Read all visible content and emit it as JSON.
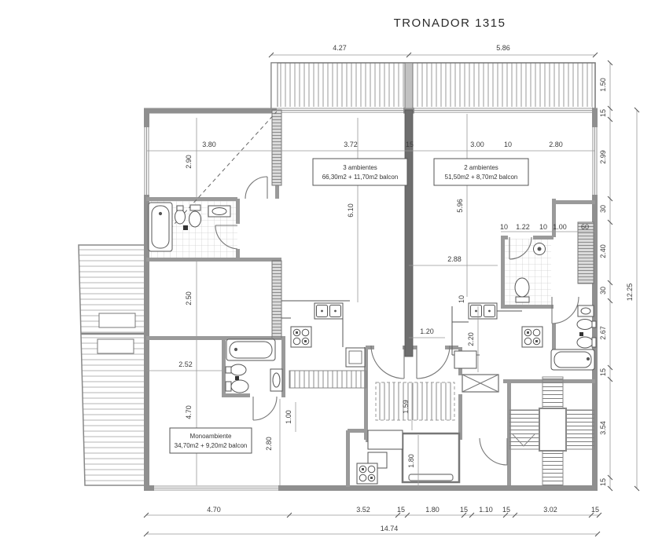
{
  "title": "TRONADOR 1315",
  "apartments": [
    {
      "name": "3 ambientes",
      "area": "66,30m2 + 11,70m2 balcon"
    },
    {
      "name": "2 ambientes",
      "area": "51,50m2 + 8,70m2 balcon"
    },
    {
      "name": "Monoambiente",
      "area": "34,70m2 + 9,20m2 balcon"
    }
  ],
  "dims": {
    "top": [
      "4.27",
      "5.86"
    ],
    "top_row": [
      "3.80",
      "3.72",
      "15",
      "3.00",
      "10",
      "2.80"
    ],
    "right": [
      "1.50",
      "15",
      "2.99",
      "30",
      "2.40",
      "30",
      "2.67",
      "15",
      "3.54",
      "15"
    ],
    "right_total": "12.25",
    "bottom": [
      "4.70",
      "3.52",
      "15",
      "1.80",
      "15",
      "1.10",
      "15",
      "3.02",
      "15"
    ],
    "bottom_total": "14.74",
    "interior": {
      "d290": "2.90",
      "d610": "6.10",
      "d596": "5.96",
      "row": [
        "10",
        "1.22",
        "10",
        "1.00",
        "60"
      ],
      "d288": "2.88",
      "d250": "2.50",
      "d120": "1.20",
      "d220": "2.20",
      "d252": "2.52",
      "d470": "4.70",
      "d100": "1.00",
      "d159": "1.59",
      "d280": "2.80",
      "d180": "1.80",
      "d10b": "10"
    }
  },
  "colors": {
    "wall": "#8f8f8f",
    "party_wall": "#6e6e6e",
    "line": "#3c3c3c"
  }
}
